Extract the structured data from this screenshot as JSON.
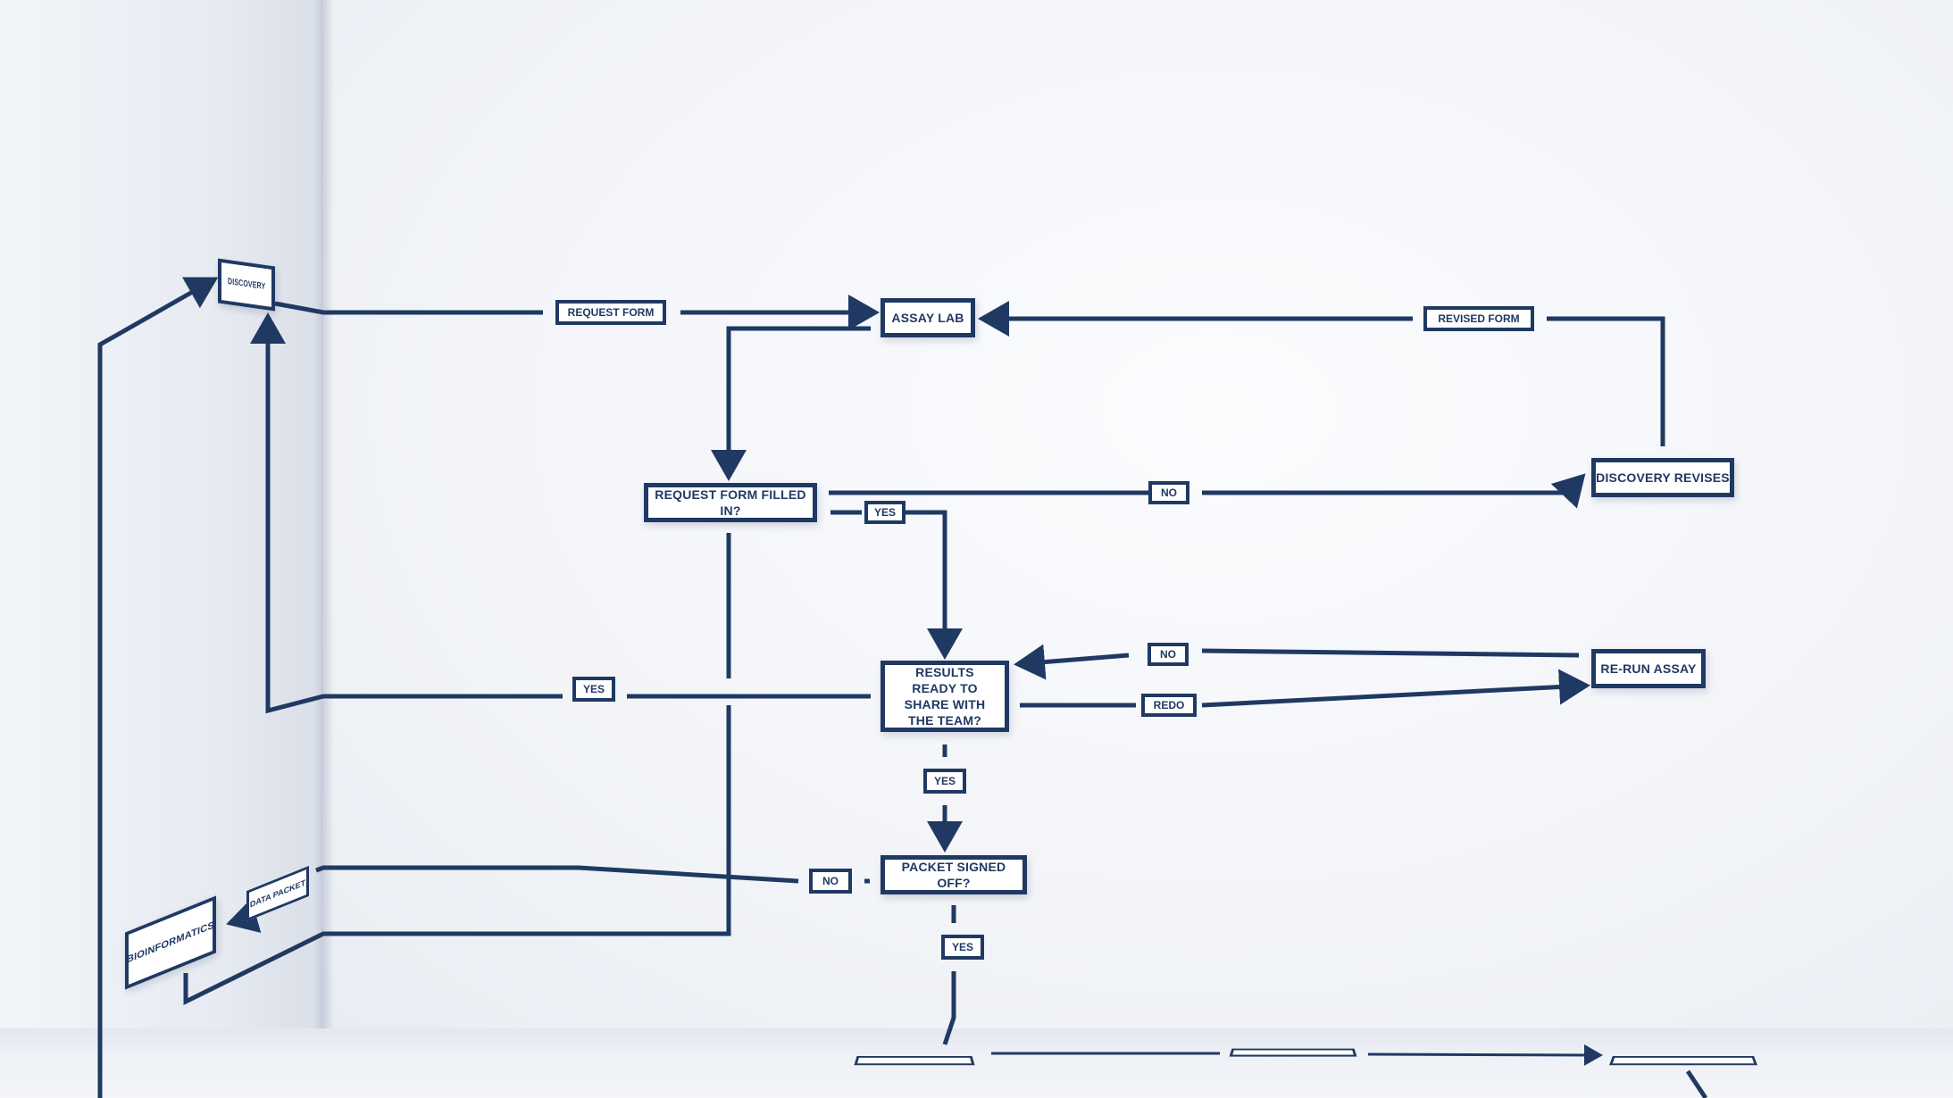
{
  "colors": {
    "line": "#1f3963",
    "box_fill": "#ffffff"
  },
  "nodes": {
    "discovery": "DISCOVERY",
    "assay_lab": "ASSAY LAB",
    "request_form_filled": "REQUEST FORM FILLED IN?",
    "discovery_revises": "DISCOVERY REVISES",
    "results_ready": "RESULTS READY TO SHARE WITH THE TEAM?",
    "rerun_assay": "RE-RUN ASSAY",
    "packet_signed_off": "PACKET SIGNED OFF?",
    "bioinformatics": "BIOINFORMATICS"
  },
  "labels": {
    "request_form": "REQUEST FORM",
    "revised_form": "REVISED FORM",
    "no_form": "NO",
    "yes_form": "YES",
    "no_results": "NO",
    "redo": "REDO",
    "yes_results_left": "YES",
    "yes_results_down": "YES",
    "no_packet": "NO",
    "yes_packet": "YES",
    "data_packet": "DATA PACKET"
  }
}
